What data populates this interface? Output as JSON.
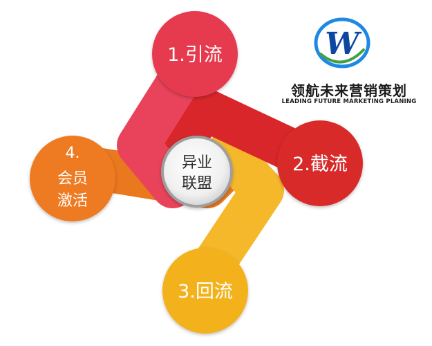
{
  "logo": {
    "name_cn": "领航未来营销策划",
    "name_en": "LEADING FUTURE MARKETING PLANING",
    "mark_letter": "W",
    "colors": {
      "ring": "#1e88e5",
      "letter": "#0d47a1",
      "accent": "#43a047"
    }
  },
  "center": {
    "line1": "异业",
    "line2": "联盟"
  },
  "nodes": [
    {
      "id": "1",
      "lines": [
        "1.引流"
      ],
      "color": "#e63a4f"
    },
    {
      "id": "2",
      "lines": [
        "2.截流"
      ],
      "color": "#d92a2a"
    },
    {
      "id": "3",
      "lines": [
        "3.回流"
      ],
      "color": "#f3b21c"
    },
    {
      "id": "4",
      "lines": [
        "4.",
        "会员",
        "激活"
      ],
      "color": "#ee7a23"
    }
  ],
  "colors": {
    "band_pink": "#e8435a",
    "band_red": "#d8262a",
    "band_yellow": "#f4b82a",
    "band_orange": "#e9781f",
    "text_on_node": "#ffffff",
    "center_text": "#2a2a2a"
  }
}
